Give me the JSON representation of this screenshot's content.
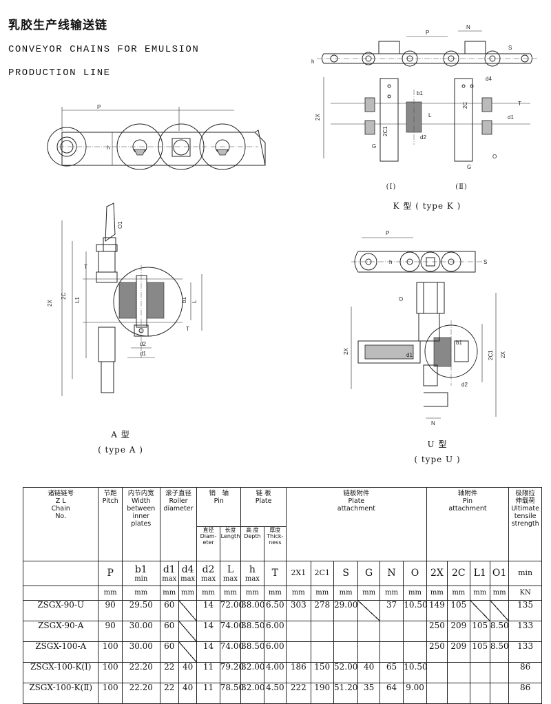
{
  "title_cn": "乳胶生产线输送链",
  "title_en_1": "CONVEYOR CHAINS FOR EMULSION",
  "title_en_2": "PRODUCTION LINE",
  "captions": {
    "type_a_cn": "A 型",
    "type_a_en": "( type A )",
    "type_k": "K 型 ( type K )",
    "type_k_1": "(Ⅰ)",
    "type_k_2": "(Ⅱ)",
    "type_u_cn": "U 型",
    "type_u_en": "( type U )"
  },
  "drawing_labels": {
    "p": "P",
    "h": "h",
    "n": "N",
    "s": "S",
    "d4": "d4",
    "b1": "b1",
    "d1": "d1",
    "d2": "d2",
    "t": "T",
    "l": "L",
    "l1": "L1",
    "x2": "2X",
    "c2": "2C",
    "c1_2": "2C1",
    "g": "G",
    "o": "O",
    "o1": "O1"
  },
  "table": {
    "headers": {
      "chain": "诸链链号\nZ L\nChain\nNo.",
      "pitch": "节距\nPitch",
      "width": "内节内宽\nWidth\nbetween\ninner plates",
      "roller": "滚子直径\nRoller\ndiameter",
      "pin": "销　轴\nPin",
      "plate": "链 板\nPlate",
      "plate_attach": "链板附件\nPlate\nattachment",
      "pin_attach": "轴附件\nPin\nattachment",
      "strength": "极限拉\n伸载荷\nUltimate\ntensile\nstrength",
      "pin_dia": "直径\nDiam-\neter",
      "pin_len": "长度\nLength",
      "plate_h": "高 度\nDepth",
      "plate_t": "厚度\nThick-\nness"
    },
    "symbols": [
      "P",
      "b1\nmin",
      "d1\nmax",
      "d4\nmax",
      "d2\nmax",
      "L\nmax",
      "h\nmax",
      "T",
      "2X1",
      "2C1",
      "S",
      "G",
      "N",
      "O",
      "2X",
      "2C",
      "L1",
      "O1",
      "min"
    ],
    "units": [
      "mm",
      "mm",
      "mm",
      "mm",
      "mm",
      "mm",
      "mm",
      "mm",
      "mm",
      "mm",
      "mm",
      "mm",
      "mm",
      "mm",
      "mm",
      "mm",
      "mm",
      "mm",
      "KN"
    ],
    "rows": [
      {
        "name": "ZSGX-90-U",
        "cells": [
          "90",
          "29.50",
          "60",
          "/",
          "14",
          "72.00",
          "38.00",
          "6.50",
          "303",
          "278",
          "29.00",
          "/",
          "37",
          "10.50",
          "149",
          "105",
          "/",
          "/",
          "135"
        ]
      },
      {
        "name": "ZSGX-90-A",
        "cells": [
          "90",
          "30.00",
          "60",
          "/",
          "14",
          "74.00",
          "38.50",
          "6.00",
          "",
          "",
          "",
          "",
          "",
          "",
          "250",
          "209",
          "105",
          "8.50",
          "133"
        ]
      },
      {
        "name": "ZSGX-100-A",
        "cells": [
          "100",
          "30.00",
          "60",
          "/",
          "14",
          "74.00",
          "38.50",
          "6.00",
          "",
          "",
          "",
          "",
          "",
          "",
          "250",
          "209",
          "105",
          "8.50",
          "133"
        ]
      },
      {
        "name": "ZSGX-100-K(Ⅰ)",
        "cells": [
          "100",
          "22.20",
          "22",
          "40",
          "11",
          "79.20",
          "32.00",
          "4.00",
          "186",
          "150",
          "52.00",
          "40",
          "65",
          "10.50",
          "",
          "",
          "",
          "",
          "86"
        ]
      },
      {
        "name": "ZSGX-100-K(Ⅱ)",
        "cells": [
          "100",
          "22.20",
          "22",
          "40",
          "11",
          "78.50",
          "32.00",
          "4.50",
          "222",
          "190",
          "51.20",
          "35",
          "64",
          "9.00",
          "",
          "",
          "",
          "",
          "86"
        ]
      }
    ]
  }
}
